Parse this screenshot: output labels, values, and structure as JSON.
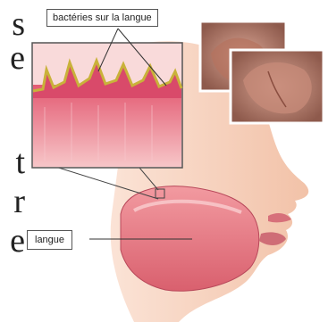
{
  "side_text": [
    "s",
    "e",
    "t",
    "r",
    "e"
  ],
  "labels": {
    "bacteria": "bactéries sur la langue",
    "tongue": "langue"
  },
  "colors": {
    "skin": "#f3c7b0",
    "tongue": "#e8858c",
    "tissue": "#e5707e",
    "bacteria": "#c9b23a",
    "background": "#ffffff"
  }
}
